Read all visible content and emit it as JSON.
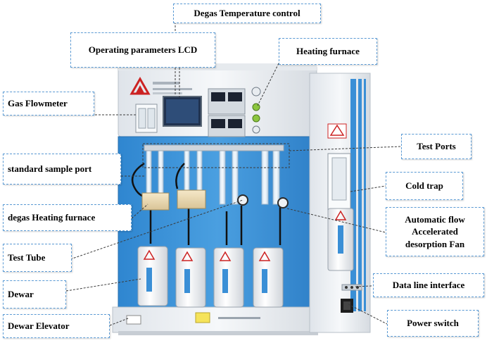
{
  "labels": {
    "degas_temperature_control": "Degas Temperature control",
    "operating_parameters_lcd": "Operating parameters LCD",
    "heating_furnace": "Heating furnace",
    "gas_flowmeter": "Gas Flowmeter",
    "test_ports": "Test Ports",
    "standard_sample_port": "standard sample port",
    "cold_trap": "Cold trap",
    "degas_heating_furnace": "degas Heating furnace",
    "automatic_flow_line1": "Automatic flow",
    "automatic_flow_line2": "Accelerated",
    "automatic_flow_line3": "desorption Fan",
    "test_tube": "Test Tube",
    "dewar": "Dewar",
    "data_line_interface": "Data line interface",
    "dewar_elevator": "Dewar Elevator",
    "power_switch": "Power switch"
  },
  "colors": {
    "panel_blue": "#3a8fd6",
    "housing_white": "#eef1f4",
    "callout_border": "#5b9bd5",
    "logo_red": "#cc2222"
  }
}
